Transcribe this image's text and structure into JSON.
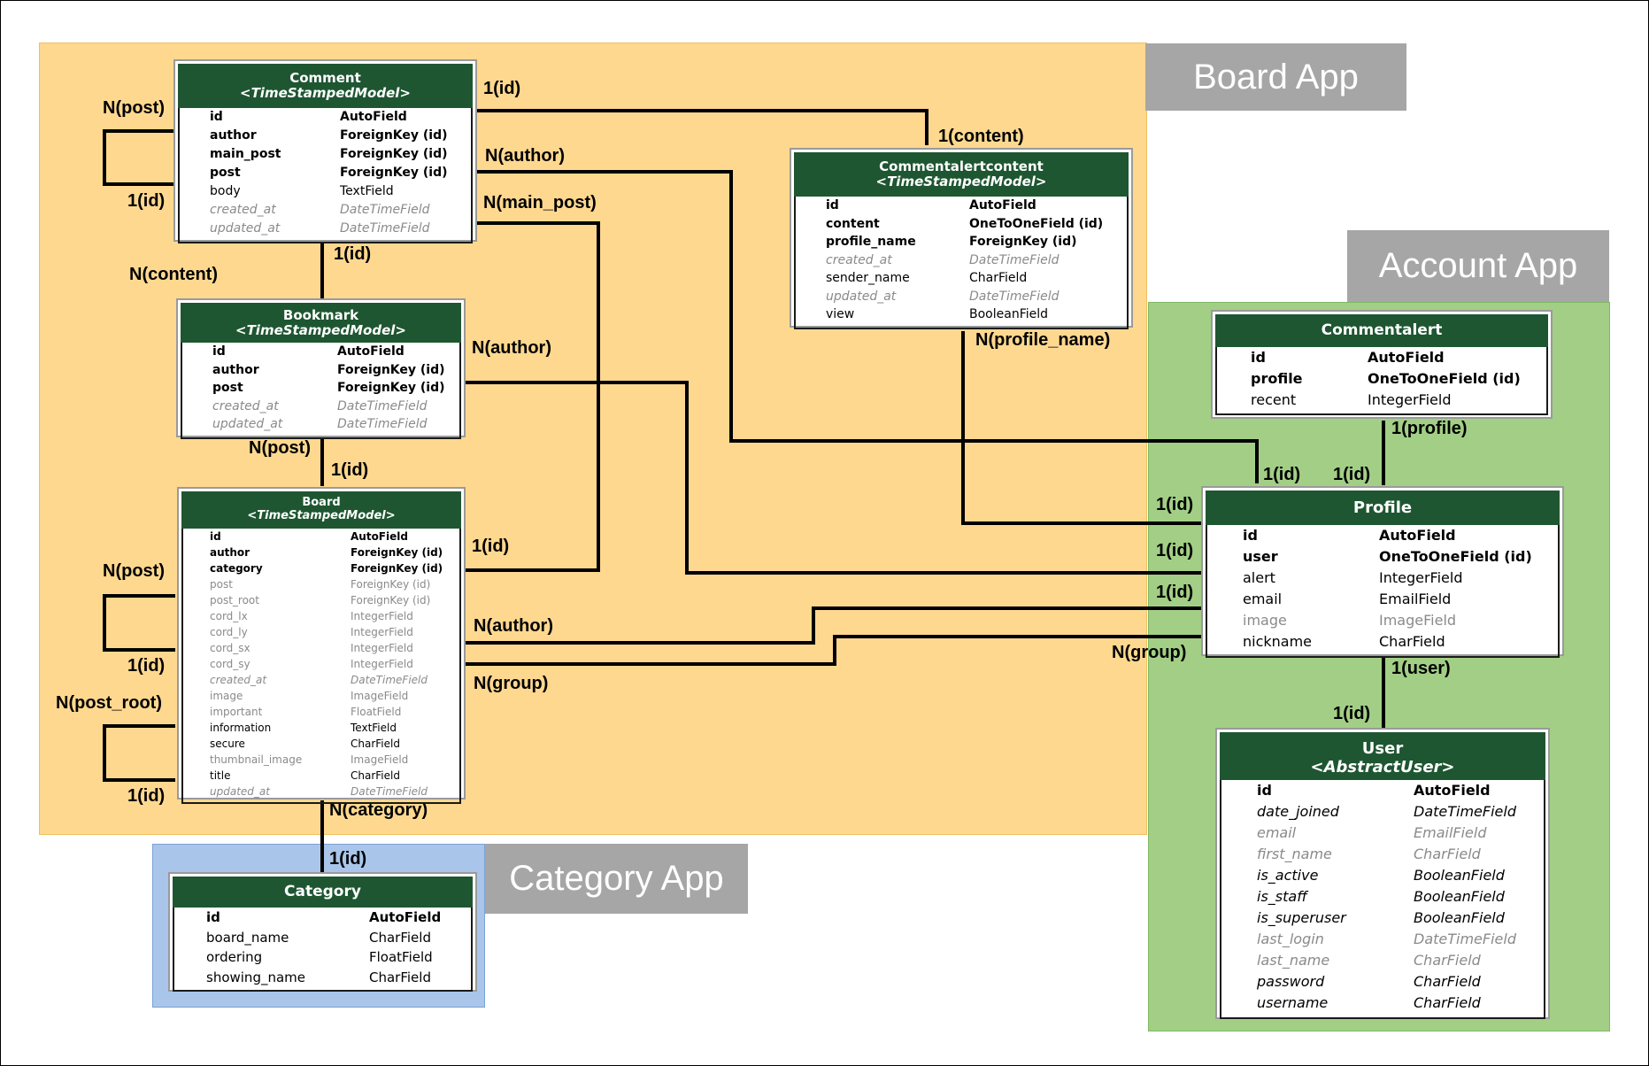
{
  "colors": {
    "board_region": "#fed88f",
    "account_region": "#a2cf85",
    "category_region": "#a9c6ea",
    "app_label_bg": "#a6a6a6",
    "table_header": "#1e5631",
    "link": "#000000"
  },
  "apps": {
    "board": "Board App",
    "account": "Account App",
    "category": "Category App"
  },
  "tables": {
    "comment": {
      "title": "Comment",
      "subtitle": "<TimeStampedModel>",
      "rows": [
        {
          "name": "id",
          "type": "AutoField"
        },
        {
          "name": "author",
          "type": "ForeignKey (id)"
        },
        {
          "name": "main_post",
          "type": "ForeignKey (id)"
        },
        {
          "name": "post",
          "type": "ForeignKey (id)"
        },
        {
          "name": "body",
          "type": "TextField"
        },
        {
          "name": "created_at",
          "type": "DateTimeField"
        },
        {
          "name": "updated_at",
          "type": "DateTimeField"
        }
      ]
    },
    "commentalertcontent": {
      "title": "Commentalertcontent",
      "subtitle": "<TimeStampedModel>",
      "rows": [
        {
          "name": "id",
          "type": "AutoField"
        },
        {
          "name": "content",
          "type": "OneToOneField (id)"
        },
        {
          "name": "profile_name",
          "type": "ForeignKey (id)"
        },
        {
          "name": "created_at",
          "type": "DateTimeField"
        },
        {
          "name": "sender_name",
          "type": "CharField"
        },
        {
          "name": "updated_at",
          "type": "DateTimeField"
        },
        {
          "name": "view",
          "type": "BooleanField"
        }
      ]
    },
    "bookmark": {
      "title": "Bookmark",
      "subtitle": "<TimeStampedModel>",
      "rows": [
        {
          "name": "id",
          "type": "AutoField"
        },
        {
          "name": "author",
          "type": "ForeignKey (id)"
        },
        {
          "name": "post",
          "type": "ForeignKey (id)"
        },
        {
          "name": "created_at",
          "type": "DateTimeField"
        },
        {
          "name": "updated_at",
          "type": "DateTimeField"
        }
      ]
    },
    "board": {
      "title": "Board",
      "subtitle": "<TimeStampedModel>",
      "rows": [
        {
          "name": "id",
          "type": "AutoField"
        },
        {
          "name": "author",
          "type": "ForeignKey (id)"
        },
        {
          "name": "category",
          "type": "ForeignKey (id)"
        },
        {
          "name": "post",
          "type": "ForeignKey (id)"
        },
        {
          "name": "post_root",
          "type": "ForeignKey (id)"
        },
        {
          "name": "cord_lx",
          "type": "IntegerField"
        },
        {
          "name": "cord_ly",
          "type": "IntegerField"
        },
        {
          "name": "cord_sx",
          "type": "IntegerField"
        },
        {
          "name": "cord_sy",
          "type": "IntegerField"
        },
        {
          "name": "created_at",
          "type": "DateTimeField"
        },
        {
          "name": "image",
          "type": "ImageField"
        },
        {
          "name": "important",
          "type": "FloatField"
        },
        {
          "name": "information",
          "type": "TextField"
        },
        {
          "name": "secure",
          "type": "CharField"
        },
        {
          "name": "thumbnail_image",
          "type": "ImageField"
        },
        {
          "name": "title",
          "type": "CharField"
        },
        {
          "name": "updated_at",
          "type": "DateTimeField"
        }
      ]
    },
    "category": {
      "title": "Category",
      "rows": [
        {
          "name": "id",
          "type": "AutoField"
        },
        {
          "name": "board_name",
          "type": "CharField"
        },
        {
          "name": "ordering",
          "type": "FloatField"
        },
        {
          "name": "showing_name",
          "type": "CharField"
        }
      ]
    },
    "commentalert": {
      "title": "Commentalert",
      "rows": [
        {
          "name": "id",
          "type": "AutoField"
        },
        {
          "name": "profile",
          "type": "OneToOneField (id)"
        },
        {
          "name": "recent",
          "type": "IntegerField"
        }
      ]
    },
    "profile": {
      "title": "Profile",
      "rows": [
        {
          "name": "id",
          "type": "AutoField"
        },
        {
          "name": "user",
          "type": "OneToOneField (id)"
        },
        {
          "name": "alert",
          "type": "IntegerField"
        },
        {
          "name": "email",
          "type": "EmailField"
        },
        {
          "name": "image",
          "type": "ImageField"
        },
        {
          "name": "nickname",
          "type": "CharField"
        }
      ]
    },
    "user": {
      "title": "User",
      "subtitle": "<AbstractUser>",
      "rows": [
        {
          "name": "id",
          "type": "AutoField"
        },
        {
          "name": "date_joined",
          "type": "DateTimeField"
        },
        {
          "name": "email",
          "type": "EmailField"
        },
        {
          "name": "first_name",
          "type": "CharField"
        },
        {
          "name": "is_active",
          "type": "BooleanField"
        },
        {
          "name": "is_staff",
          "type": "BooleanField"
        },
        {
          "name": "is_superuser",
          "type": "BooleanField"
        },
        {
          "name": "last_login",
          "type": "DateTimeField"
        },
        {
          "name": "last_name",
          "type": "CharField"
        },
        {
          "name": "password",
          "type": "CharField"
        },
        {
          "name": "username",
          "type": "CharField"
        }
      ]
    }
  },
  "labels": [
    "N(post)",
    "1(id)",
    "1(id)",
    "N(author)",
    "N(main_post)",
    "1(id)",
    "N(content)",
    "N(author)",
    "1(content)",
    "N(profile_name)",
    "N(post)",
    "1(id)",
    "N(post)",
    "1(id)",
    "1(id)",
    "N(author)",
    "N(group)",
    "N(post_root)",
    "1(id)",
    "N(category)",
    "1(id)",
    "1(profile)",
    "1(id)",
    "1(id)",
    "1(id)",
    "1(id)",
    "1(id)",
    "N(group)",
    "1(user)",
    "1(id)"
  ]
}
